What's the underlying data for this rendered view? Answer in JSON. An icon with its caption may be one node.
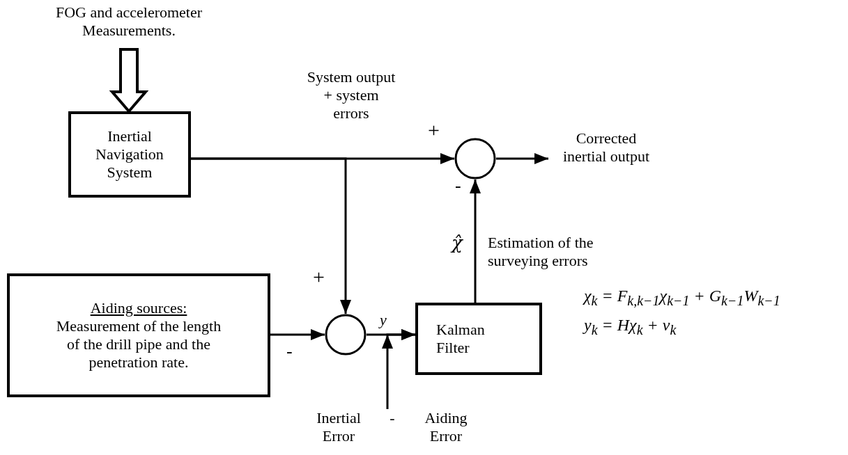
{
  "diagram": {
    "nodes": [
      {
        "text": [
          "FOG and accelerometer Measurements."
        ]
      },
      {
        "text": [
          "Inertial Navigation System"
        ]
      },
      {
        "text": [],
        "shape": "circle"
      },
      {
        "text": [
          "Corrected inertial output"
        ]
      },
      {
        "text": [
          "Aiding sources:",
          "Measurement of the length of the drill pipe and the penetration rate."
        ]
      },
      {
        "text": [],
        "shape": "circle"
      },
      {
        "text": [
          "Kalman Filter"
        ]
      },
      {
        "text": [
          "Inertial Error",
          "-",
          "Aiding Error"
        ]
      }
    ],
    "edges": [
      {
        "from": 0,
        "to": 1,
        "arrow": "to",
        "style": "thick"
      },
      {
        "from": 1,
        "to": 2,
        "arrow": "to",
        "label": "System output + system errors"
      },
      {
        "from": 1,
        "to": 5,
        "arrow": "to"
      },
      {
        "from": 2,
        "to": 3,
        "arrow": "to"
      },
      {
        "from": 6,
        "to": 2,
        "arrow": "to",
        "label": "Estimation of the surveying errors"
      },
      {
        "from": 4,
        "to": 5,
        "arrow": "to"
      },
      {
        "from": 5,
        "to": 6,
        "arrow": "to",
        "label": "y"
      },
      {
        "from": 7,
        "to": 6,
        "arrow": "to"
      }
    ],
    "labels": [
      "+",
      "-",
      "χ̂",
      "+",
      "-",
      "χ$_{k}$ = F$_{k,k−1}$χ$_{k−1}$ + G$_{k−1}$W$_{k−1}$",
      "y$_{k}$ = Hχ$_{k}$ + v$_{k}$"
    ]
  }
}
